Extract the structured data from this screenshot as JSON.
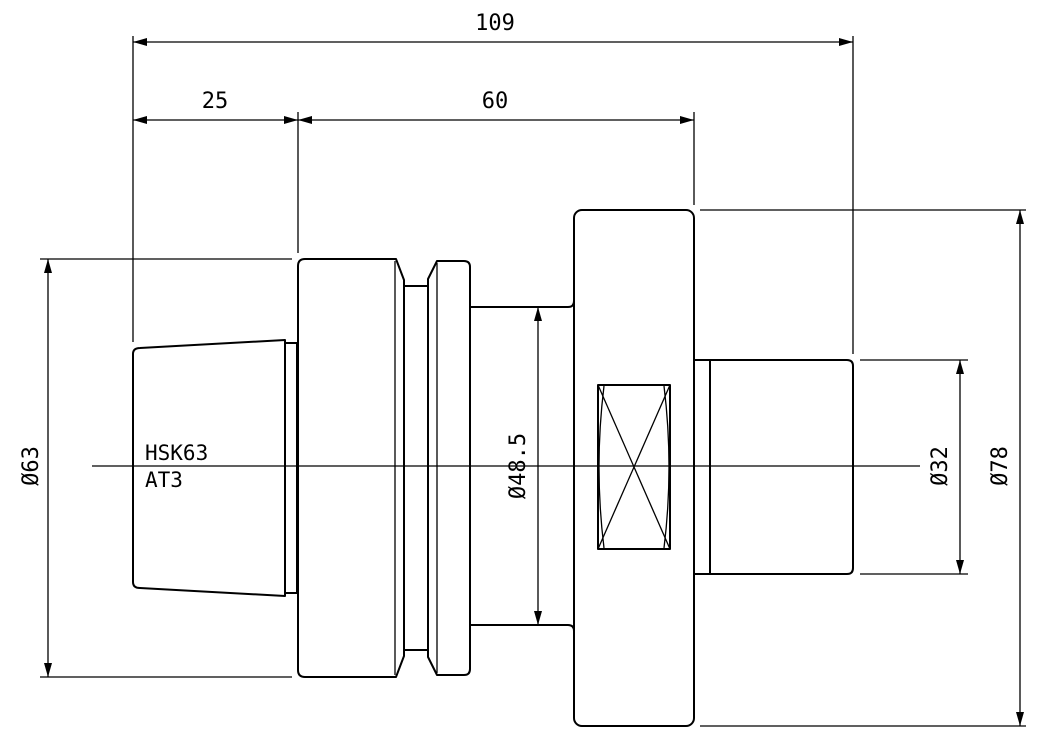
{
  "dimensions": {
    "overall_length": "109",
    "taper_length": "25",
    "body_length": "60",
    "dia_flange": "Ø63",
    "dia_neck": "Ø48.5",
    "dia_shank": "Ø32",
    "dia_collar": "Ø78"
  },
  "labels": {
    "interface_line1": "HSK63",
    "interface_line2": "AT3"
  }
}
